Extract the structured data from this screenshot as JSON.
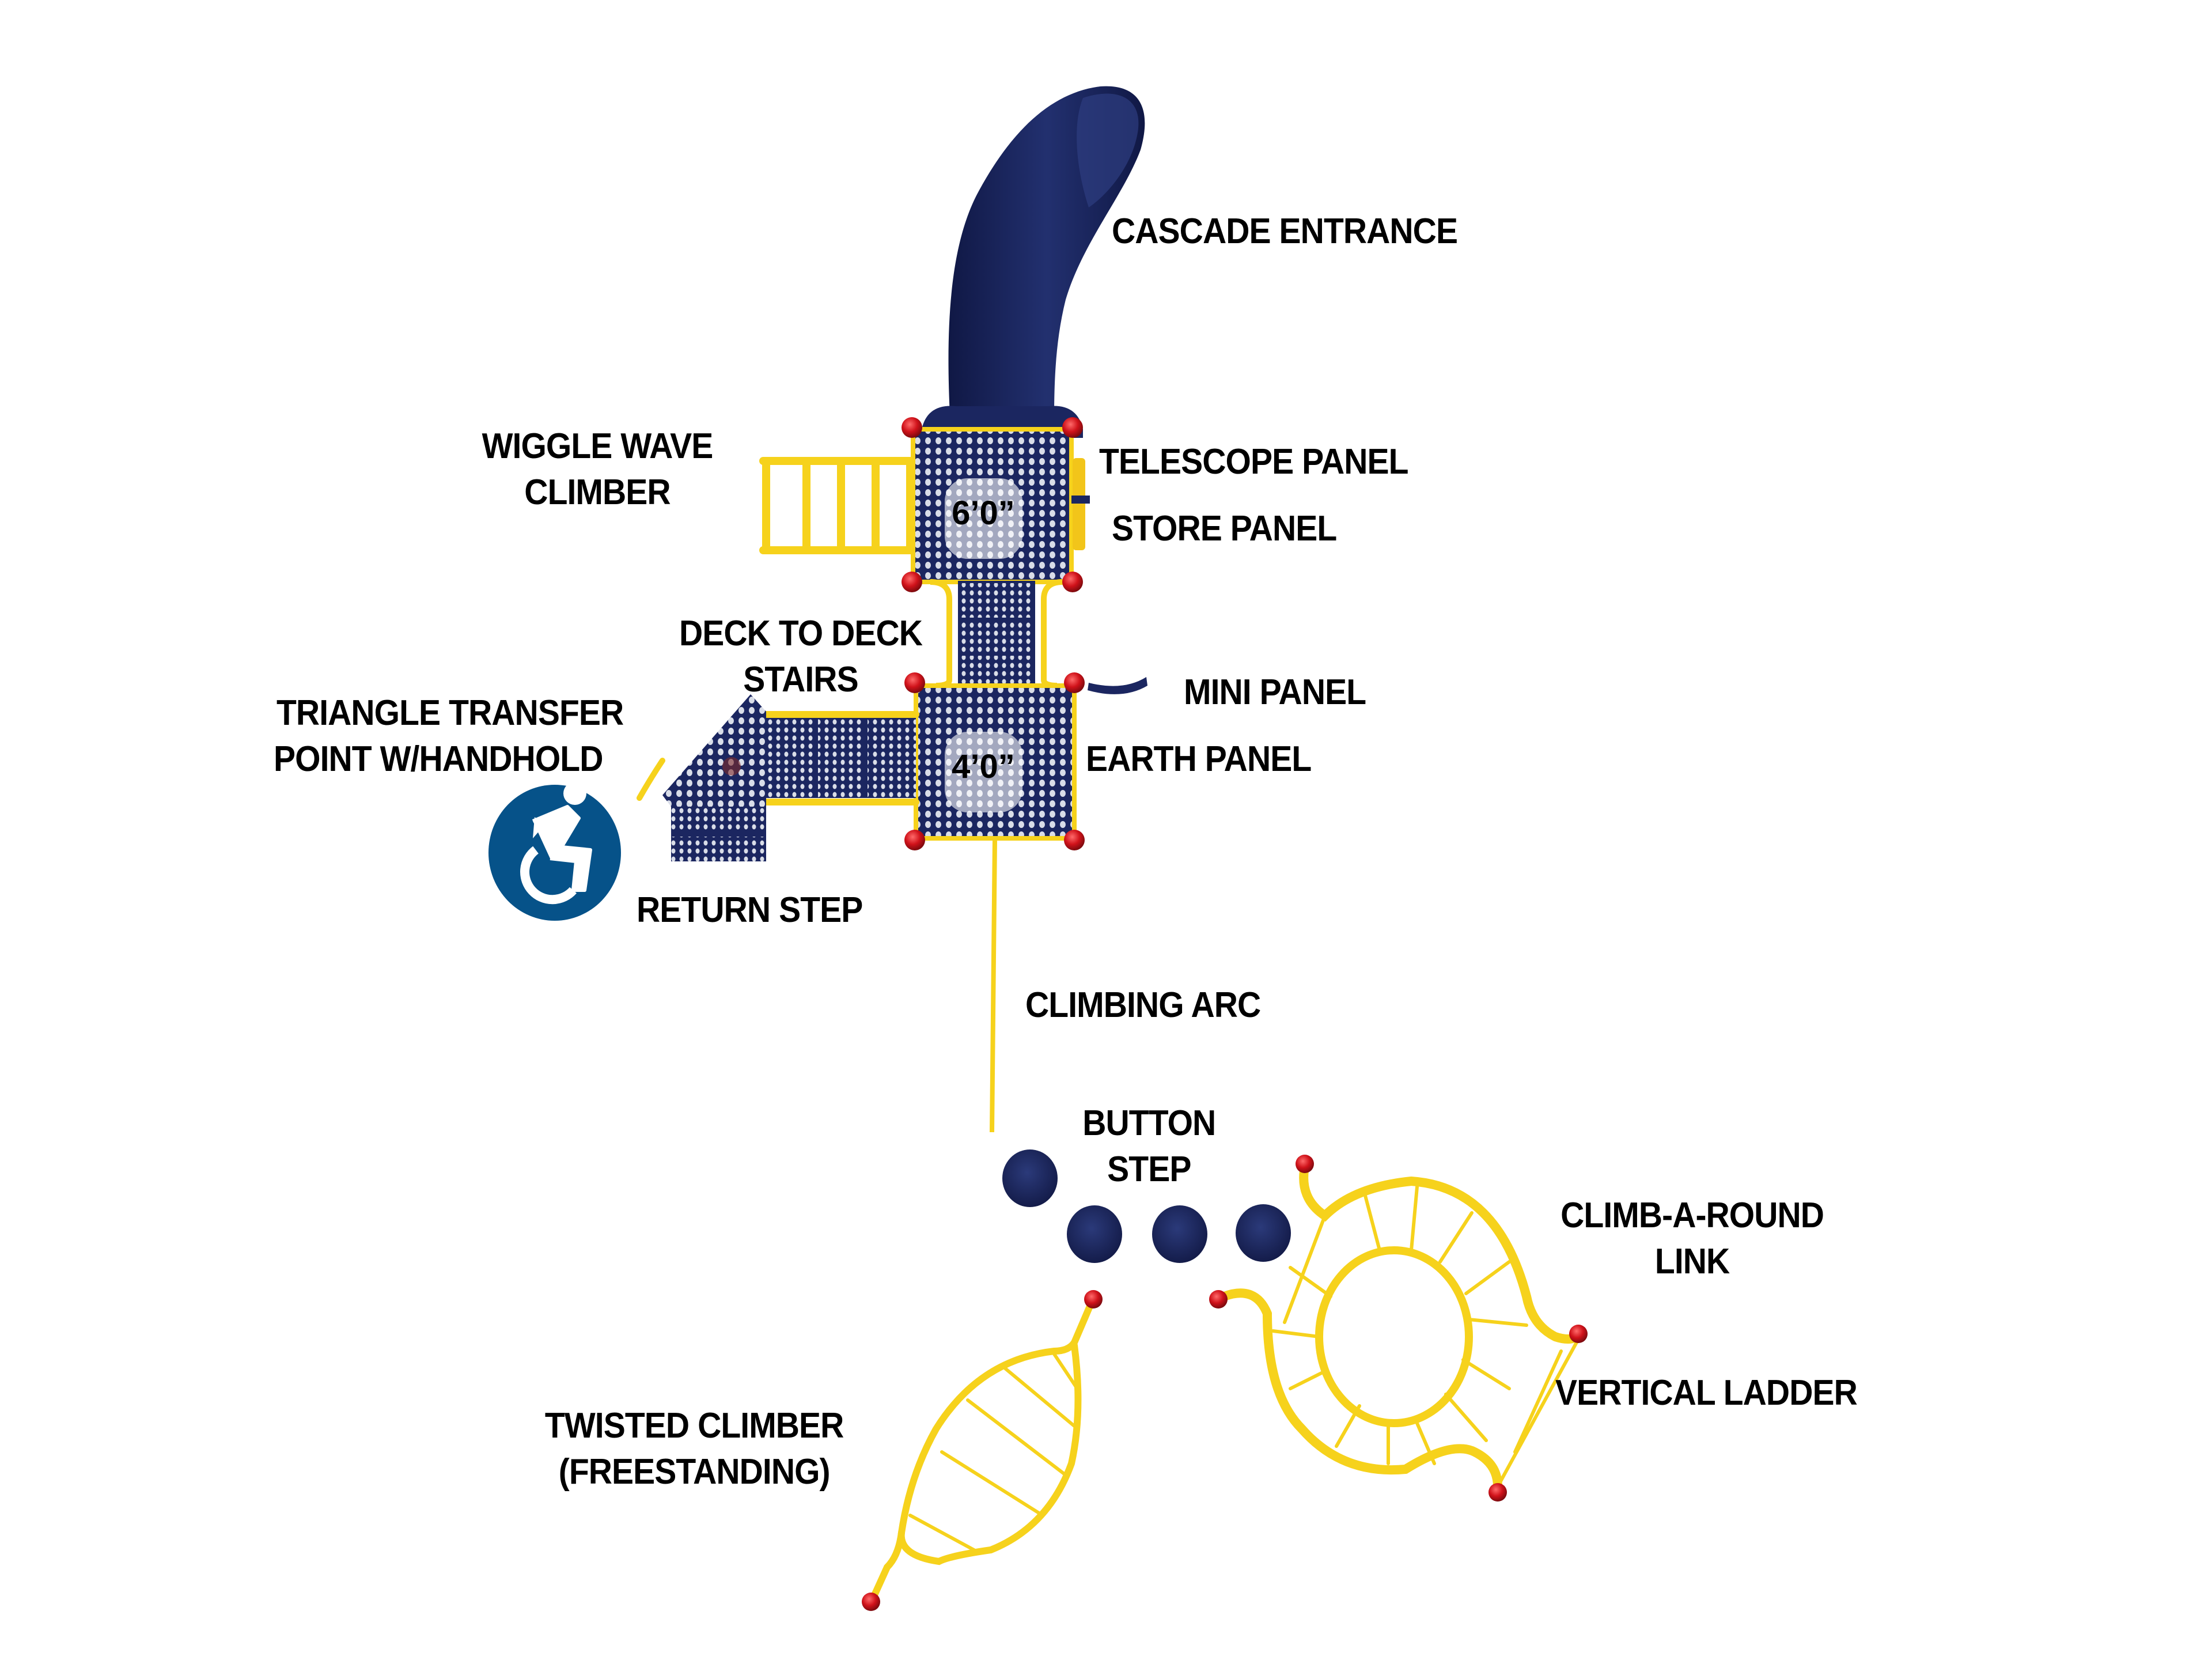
{
  "title": "Playground Plan View",
  "colors": {
    "navy": "#1b2660",
    "yellow": "#f6d21c",
    "red": "#d0121a",
    "accessibility_blue": "#065289"
  },
  "deck_heights": {
    "upper": "6’0”",
    "lower": "4’0”"
  },
  "labels": {
    "cascade_entrance": "CASCADE ENTRANCE",
    "wiggle_wave_1": "WIGGLE WAVE",
    "wiggle_wave_2": "CLIMBER",
    "telescope_panel": "TELESCOPE PANEL",
    "store_panel": "STORE PANEL",
    "deck_stairs_1": "DECK TO DECK",
    "deck_stairs_2": "STAIRS",
    "mini_panel": "MINI PANEL",
    "triangle_1": "TRIANGLE TRANSFER",
    "triangle_2": "POINT W/HANDHOLD",
    "earth_panel": "EARTH PANEL",
    "return_step": "RETURN STEP",
    "climbing_arc": "CLIMBING ARC",
    "button_step_1": "BUTTON",
    "button_step_2": "STEP",
    "climb_a_round_1": "CLIMB-A-ROUND",
    "climb_a_round_2": "LINK",
    "vertical_ladder": "VERTICAL LADDER",
    "twisted_1": "TWISTED CLIMBER",
    "twisted_2": "(FREESTANDING)"
  },
  "icons": {
    "accessibility": "accessibility-icon"
  }
}
